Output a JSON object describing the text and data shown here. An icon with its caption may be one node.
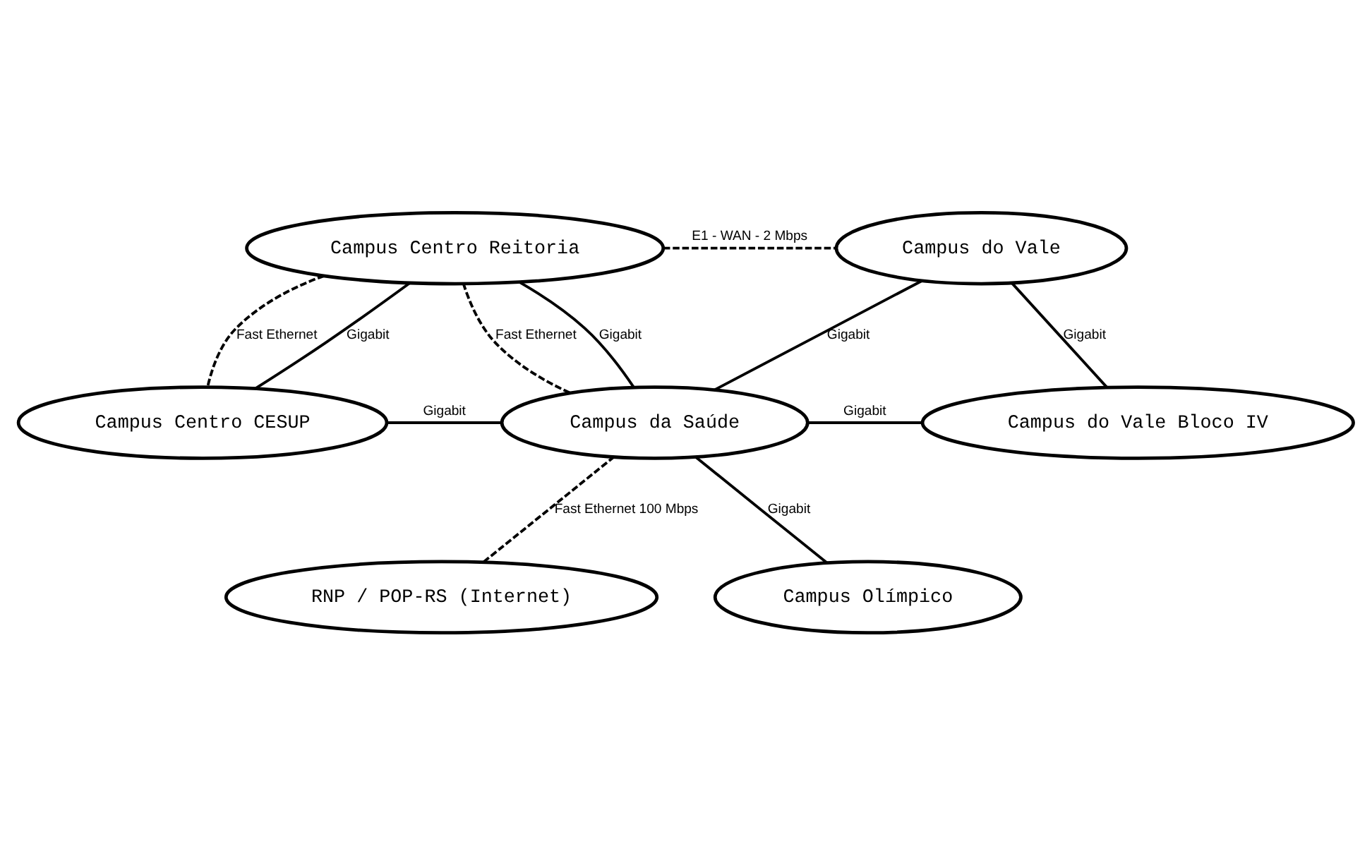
{
  "diagram": {
    "nodes": [
      {
        "text": [
          "Campus Centro Reitoria"
        ]
      },
      {
        "text": [
          "Campus do Vale"
        ]
      },
      {
        "text": [
          "Campus da Saúde"
        ]
      },
      {
        "text": [
          "Campus Centro CESUP"
        ]
      },
      {
        "text": [
          "Campus do Vale Bloco IV"
        ]
      },
      {
        "text": [
          "RNP / POP-RS (Internet)"
        ]
      },
      {
        "text": [
          "Campus Olímpico"
        ]
      }
    ],
    "edges": [
      {
        "from": 0,
        "to": 1,
        "arrow": "none",
        "label": "E1 - WAN - 2 Mbps",
        "style": "dashed"
      },
      {
        "from": 0,
        "to": 2,
        "arrow": "none",
        "label": "Fast Ethernet",
        "style": "dashed"
      },
      {
        "from": 0,
        "to": 2,
        "arrow": "none",
        "label": "Gigabit"
      },
      {
        "from": 0,
        "to": 3,
        "arrow": "none",
        "label": "Fast Ethernet",
        "style": "dashed"
      },
      {
        "from": 0,
        "to": 3,
        "arrow": "none",
        "label": "Gigabit"
      },
      {
        "from": 3,
        "to": 2,
        "arrow": "none",
        "label": "Gigabit"
      },
      {
        "from": 2,
        "to": 1,
        "arrow": "none",
        "label": "Gigabit"
      },
      {
        "from": 1,
        "to": 4,
        "arrow": "none",
        "label": "Gigabit"
      },
      {
        "from": 2,
        "to": 4,
        "arrow": "none",
        "label": "Gigabit"
      },
      {
        "from": 2,
        "to": 5,
        "arrow": "none",
        "label": "Fast Ethernet 100 Mbps",
        "style": "dashed"
      },
      {
        "from": 2,
        "to": 6,
        "arrow": "none",
        "label": "Gigabit"
      }
    ]
  }
}
